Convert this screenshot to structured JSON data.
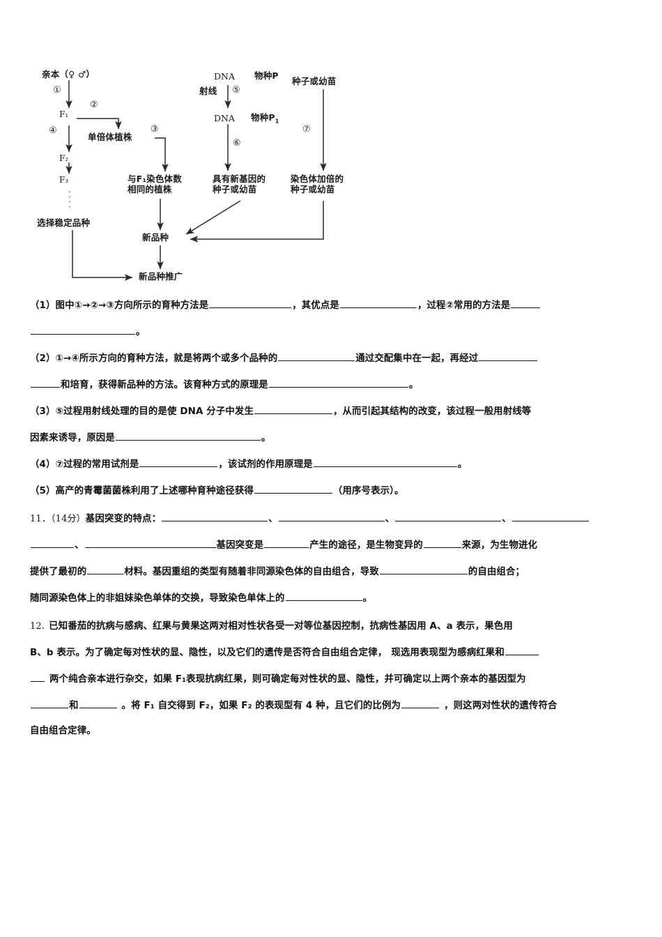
{
  "diagram": {
    "name": "breeding-methods-flowchart",
    "nodes": {
      "parent": "亲本（♀ ♂）",
      "f1": "F₁",
      "f2": "F₂",
      "f3": "F₃",
      "haploid_plant": "单倍体植株",
      "same_chrom_plant_l1": "与F₁染色体数",
      "same_chrom_plant_l2": "相同的植株",
      "select_stable": "选择稳定品种",
      "new_variety": "新品种",
      "new_variety_promote": "新品种推广",
      "dna_top": "DNA",
      "species_p": "物种P",
      "ray": "射线",
      "dna_mid": "DNA",
      "species_p1": "物种P₁",
      "new_gene_seed_l1": "具有新基因的",
      "new_gene_seed_l2": "种子或幼苗",
      "seed_or_seedling": "种子或幼苗",
      "doubled_chrom_l1": "染色体加倍的",
      "doubled_chrom_l2": "种子或幼苗"
    },
    "step_markers": {
      "s1": "①",
      "s2": "②",
      "s3": "③",
      "s4": "④",
      "s5": "⑤",
      "s6": "⑥",
      "s7": "⑦"
    },
    "dots": "·"
  },
  "question10": {
    "p1": {
      "prefix": "（1）图中①→②→③方向所示的育种方法是",
      "mid1": "，其优点是",
      "mid2": "，过程②常用的方法是",
      "tail_period": "。"
    },
    "p2": {
      "prefix": "（2）①→④所示方向的育种方法，就是将两个或多个品种的",
      "mid1": "通过交配集中在一起，再经过",
      "cont": "和培育，获得新品种的方法。该育种方式的原理是",
      "tail_period": "。"
    },
    "p3": {
      "prefix": "（3）⑤过程用射线处理的目的是使 DNA 分子中发生",
      "mid1": "，从而引起其结构的改变，该过程一般用射线等",
      "cont": "因素来诱导，原因是",
      "tail_period": "。"
    },
    "p4": {
      "prefix": "（4）⑦过程的常用试剂是",
      "mid1": "，该试剂的作用原理是",
      "tail_period": "。"
    },
    "p5": {
      "prefix": "（5）高产的青霉菌菌株利用了上述哪种育种途径获得",
      "tail": "（用序号表示）。"
    }
  },
  "question11": {
    "number": "11．",
    "score": "（14分）",
    "line1_prefix": "基因突变的特点：",
    "sep": "、",
    "line2_mid": "基因突变是",
    "line2_b": "产生的途径，是生物变异的",
    "line2_c": "来源，为生物进化",
    "line3_a": "提供了最初的",
    "line3_b": "材料。基因重组的类型有随着非同源染色体的自由组合，导致",
    "line3_c": "的自由组合；",
    "line4_a": "随同源染色体上的非姐妹染色单体的交换，导致染色单体上的",
    "line4_period": "。"
  },
  "question12": {
    "number": "12.",
    "line1": "已知番茄的抗病与感病、红果与黄果这两对相对性状各受一对等位基因控制，抗病性基因用 A、a 表示，果色用",
    "line2_a": "B、b 表示。为了确定每对性状的显、隐性，以及它们的遗传是否符合自由组合定律，",
    "line2_b": "现选用表现型为感病红果和",
    "line3_a": "两个纯合亲本进行杂交，如果 F₁表现抗病红果，则可确定每对性状的显、隐性，并可确定以上两个亲本的基因型为",
    "line4_a": "和",
    "line4_b": "。将 F₁ 自交得到 F₂，如果 F₂ 的表现型有 4 种，且它们的比例为",
    "line4_c": "，则这两对性状的遗传符合",
    "line5": "自由组合定律。"
  },
  "colors": {
    "ink": "#111111",
    "diagram_ink": "#1a1a1a",
    "page_bg": "#ffffff"
  }
}
